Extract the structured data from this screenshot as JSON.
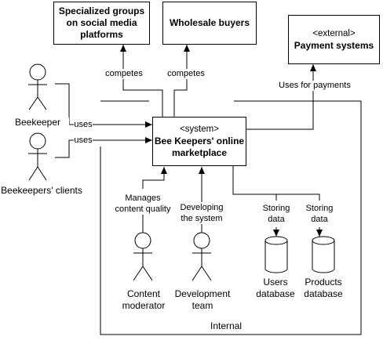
{
  "nodes": {
    "social_groups": "Specialized groups on social media platforms",
    "wholesale": "Wholesale buyers",
    "payment": {
      "stereotype": "<external>",
      "name": "Payment systems"
    },
    "system": {
      "stereotype": "<system>",
      "name": "Bee Keepers' online marketplace"
    },
    "beekeeper": "Beekeeper",
    "clients": "Beekeepers' clients",
    "moderator": "Content moderator",
    "dev_team": "Development team",
    "users_db": "Users database",
    "products_db": "Products database"
  },
  "edges": {
    "competes_1": "competes",
    "competes_2": "competes",
    "uses_payments": "Uses for payments",
    "uses_1": "uses",
    "uses_2": "uses",
    "manages": "Manages content quality",
    "developing": "Developing the system",
    "storing_1": "Storing data",
    "storing_2": "Storing data"
  },
  "boundary": {
    "label": "Internal"
  }
}
